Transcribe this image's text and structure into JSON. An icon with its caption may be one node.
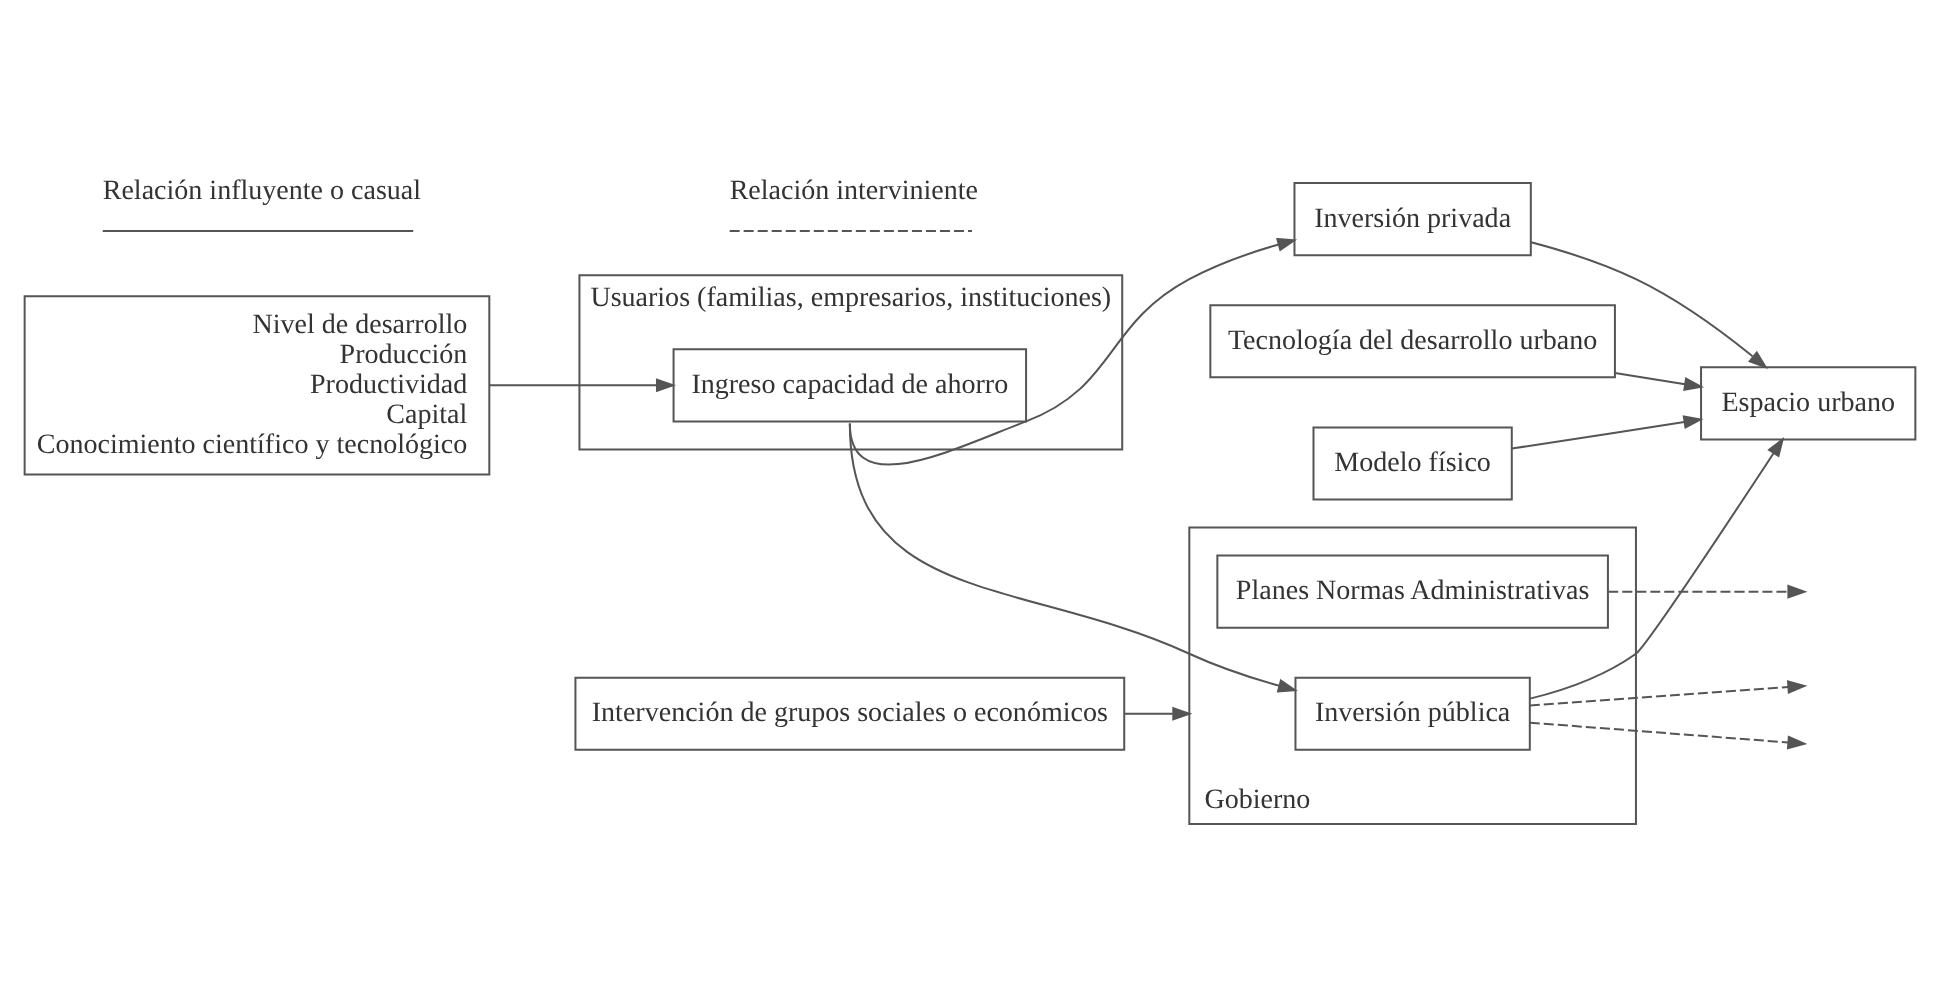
{
  "diagram": {
    "nodes": [
      {
        "text": [
          "Tecnología del desarrollo urbano"
        ]
      },
      {
        "text": [
          "Espacio urbano"
        ]
      },
      {
        "text": [
          "Usuarios (familias, empresarios, instituciones)"
        ]
      },
      {
        "text": [
          "Ingreso capacidad de ahorro"
        ],
        "in": 2
      },
      {
        "text": [
          "Nivel de desarrollo",
          "Producción",
          "Productividad",
          "Capital",
          "Conocimiento científico y tecnológico"
        ]
      },
      {
        "text": [
          "Modelo físico"
        ]
      },
      {
        "text": [
          "Intervención de grupos sociales o económicos"
        ]
      },
      {
        "text": [
          "Gobierno"
        ]
      },
      {
        "text": [
          "Planes Normas Administrativas"
        ],
        "in": 7
      },
      {
        "text": [
          "Inversión pública"
        ],
        "in": 7
      },
      {
        "text": [
          "Inversión privada"
        ]
      }
    ],
    "edges": [
      {
        "from": 0,
        "to": 1,
        "arrow": "to"
      },
      {
        "from": 5,
        "to": 1,
        "arrow": "to"
      },
      {
        "from": 9,
        "to": 1,
        "arrow": "to"
      },
      {
        "from": 10,
        "to": 1,
        "arrow": "to"
      },
      {
        "from": 4,
        "to": 3,
        "arrow": "to"
      },
      {
        "from": 3,
        "to": 10,
        "arrow": "to"
      },
      {
        "from": 3,
        "to": 9,
        "arrow": "to"
      },
      {
        "from": 6,
        "to": 7,
        "arrow": "to"
      },
      {
        "from": 9,
        "to": null,
        "arrow": "to",
        "style": "dashed"
      },
      {
        "from": 9,
        "to": null,
        "arrow": "to",
        "style": "dashed"
      },
      {
        "from": 8,
        "to": null,
        "arrow": "to",
        "style": "dashed"
      }
    ],
    "legend": [
      {
        "text": "Relación influyente o casual"
      },
      {
        "text": "Relación interviniente"
      }
    ]
  }
}
